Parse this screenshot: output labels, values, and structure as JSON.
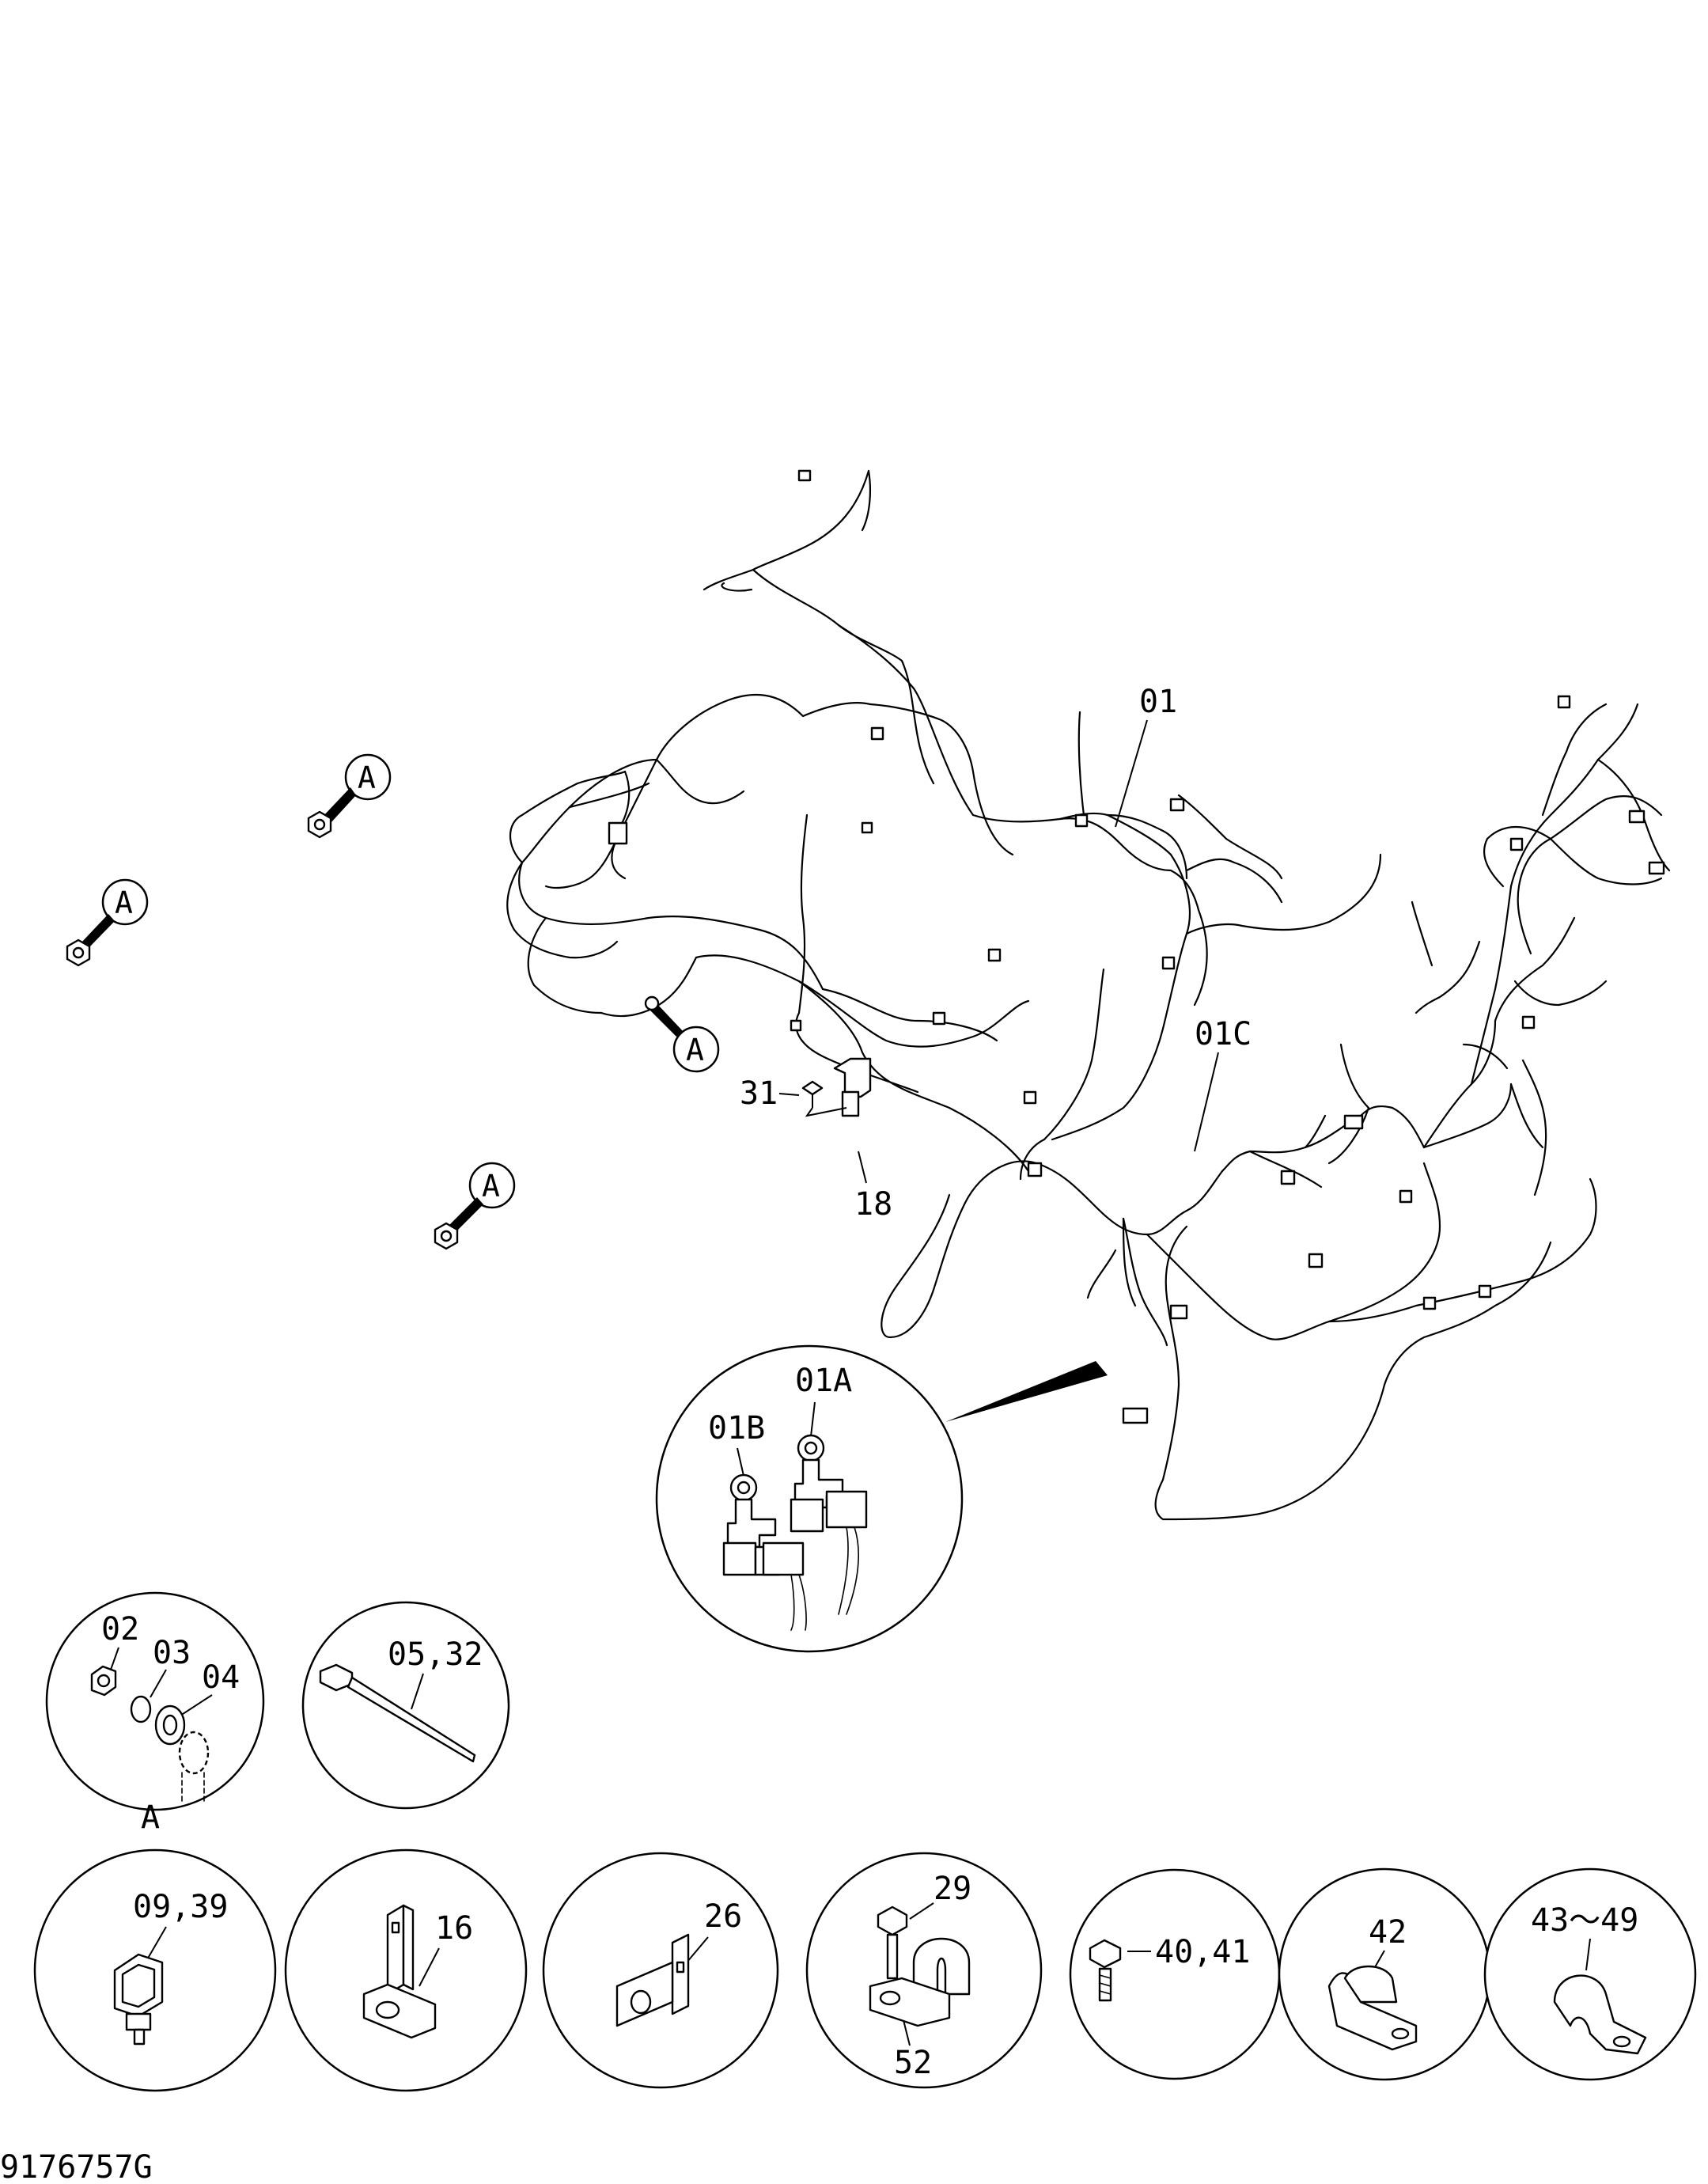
{
  "drawing_number": "9176757G",
  "harness_labels": {
    "main": "01",
    "sub_c": "01C",
    "bolt": "31",
    "bracket": "18"
  },
  "marker_a": "A",
  "detail_main": {
    "left": "01B",
    "right": "01A"
  },
  "detail_hardware": {
    "nut": "02",
    "lockwasher": "03",
    "washer": "04",
    "caption": "A"
  },
  "details": {
    "tie": "05,32",
    "clip": "09,39",
    "bracket_a": "16",
    "bracket_b": "26",
    "clamp_bolt": "29",
    "clamp_plate": "52",
    "bolt": "40,41",
    "clamp": "42",
    "clamp_range": "43～49"
  }
}
